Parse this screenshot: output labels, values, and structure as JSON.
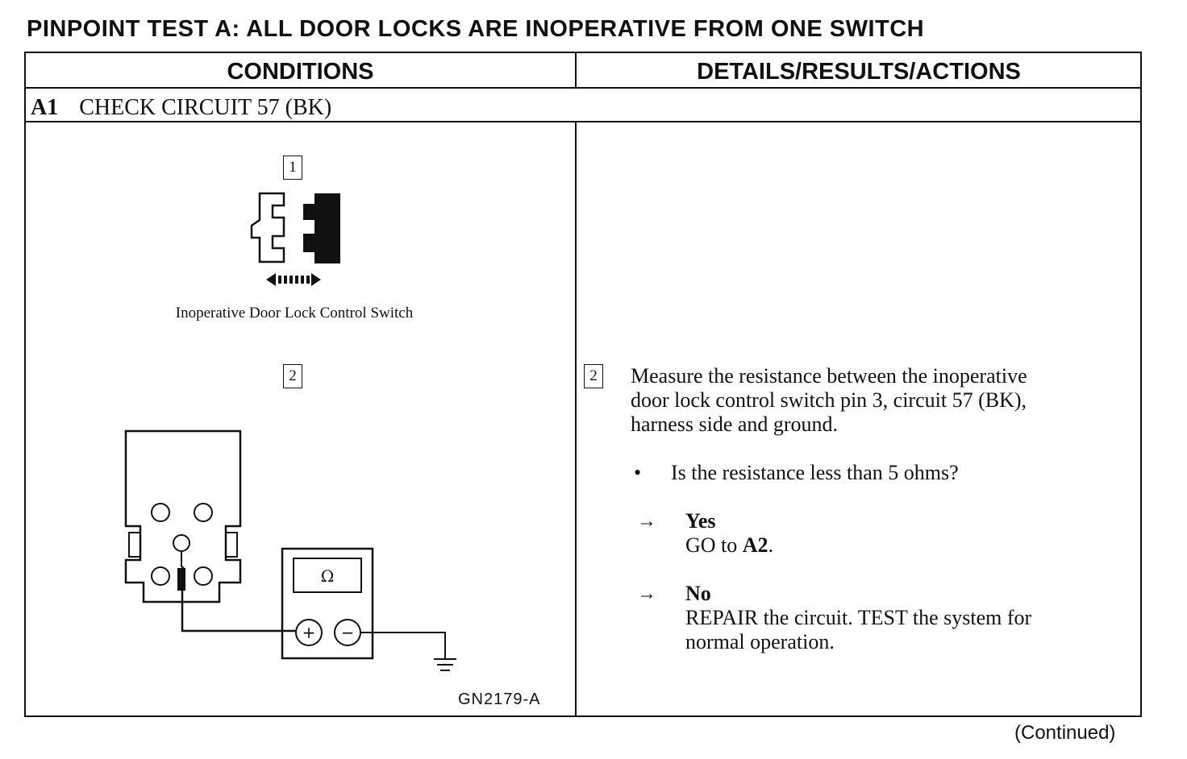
{
  "title": "PINPOINT TEST A:  ALL DOOR LOCKS ARE INOPERATIVE FROM ONE SWITCH",
  "table": {
    "col_conditions": "CONDITIONS",
    "col_details": "DETAILS/RESULTS/ACTIONS"
  },
  "step": {
    "id": "A1",
    "name": "CHECK CIRCUIT 57 (BK)"
  },
  "figure": {
    "callout_1": "1",
    "callout_2": "2",
    "caption": "Inoperative Door Lock Control Switch",
    "meter_symbol": "Ω",
    "meter_plus": "+",
    "meter_minus": "−",
    "figure_id": "GN2179-A"
  },
  "details": {
    "callout": "2",
    "instruction_line1": "Measure the resistance between the inoperative",
    "instruction_line2": "door lock control switch pin 3, circuit 57 (BK),",
    "instruction_line3": "harness side and ground.",
    "bullet_symbol": "•",
    "question": "Is the resistance less than 5 ohms?",
    "arrow_symbol": "→",
    "yes_label": "Yes",
    "yes_action_prefix": "GO to ",
    "yes_action_target": "A2",
    "yes_action_suffix": ".",
    "no_label": "No",
    "no_action_line1": "REPAIR the circuit. TEST the system for",
    "no_action_line2": "normal operation."
  },
  "footer": {
    "continued": "(Continued)"
  }
}
